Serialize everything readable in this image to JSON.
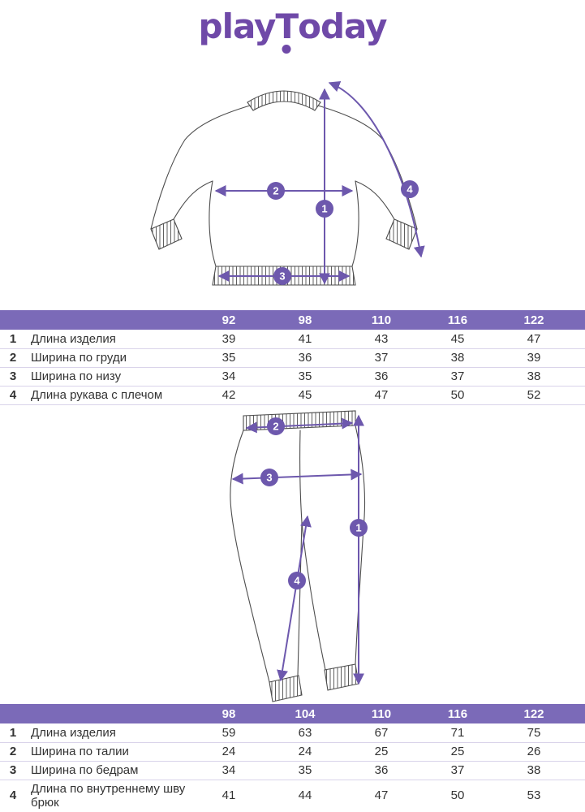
{
  "logo": {
    "play": "play",
    "t": "T",
    "oday": "oday"
  },
  "colors": {
    "logo": "#6f49a8",
    "accent": "#6d58ad",
    "table_header": "#7b6ab8"
  },
  "marker_labels": [
    "1",
    "2",
    "3",
    "4"
  ],
  "sweatshirt_table": {
    "sizes": [
      "92",
      "98",
      "110",
      "116",
      "122"
    ],
    "rows": [
      {
        "num": "1",
        "label": "Длина изделия",
        "values": [
          "39",
          "41",
          "43",
          "45",
          "47"
        ]
      },
      {
        "num": "2",
        "label": "Ширина по груди",
        "values": [
          "35",
          "36",
          "37",
          "38",
          "39"
        ]
      },
      {
        "num": "3",
        "label": "Ширина по низу",
        "values": [
          "34",
          "35",
          "36",
          "37",
          "38"
        ]
      },
      {
        "num": "4",
        "label": "Длина рукава с плечом",
        "values": [
          "42",
          "45",
          "47",
          "50",
          "52"
        ]
      }
    ]
  },
  "pants_table": {
    "sizes": [
      "98",
      "104",
      "110",
      "116",
      "122"
    ],
    "rows": [
      {
        "num": "1",
        "label": "Длина изделия",
        "values": [
          "59",
          "63",
          "67",
          "71",
          "75"
        ]
      },
      {
        "num": "2",
        "label": "Ширина по талии",
        "values": [
          "24",
          "24",
          "25",
          "25",
          "26"
        ]
      },
      {
        "num": "3",
        "label": "Ширина по бедрам",
        "values": [
          "34",
          "35",
          "36",
          "37",
          "38"
        ]
      },
      {
        "num": "4",
        "label": "Длина по внутреннему шву брюк",
        "values": [
          "41",
          "44",
          "47",
          "50",
          "53"
        ]
      }
    ]
  }
}
